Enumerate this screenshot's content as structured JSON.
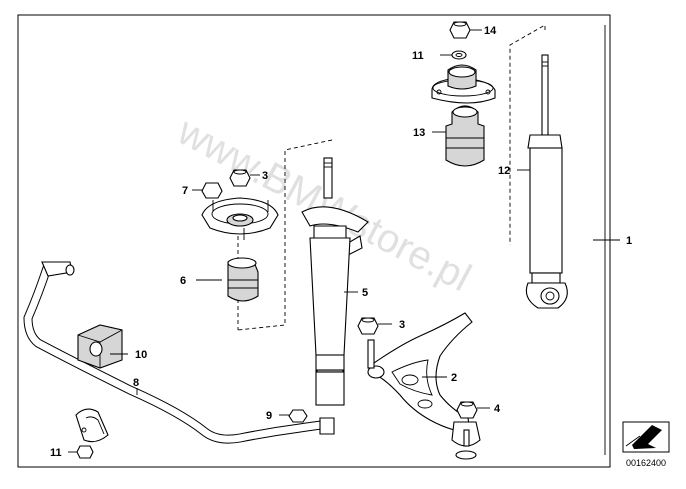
{
  "watermark": "www.BMWstore.pl",
  "document_number": "00162400",
  "callouts": {
    "c1": "1",
    "c2": "2",
    "c3a": "3",
    "c3b": "3",
    "c4": "4",
    "c5": "5",
    "c6": "6",
    "c7": "7",
    "c8": "8",
    "c9": "9",
    "c10": "10",
    "c11a": "11",
    "c11b": "11",
    "c12": "12",
    "c13": "13",
    "c14": "14"
  }
}
